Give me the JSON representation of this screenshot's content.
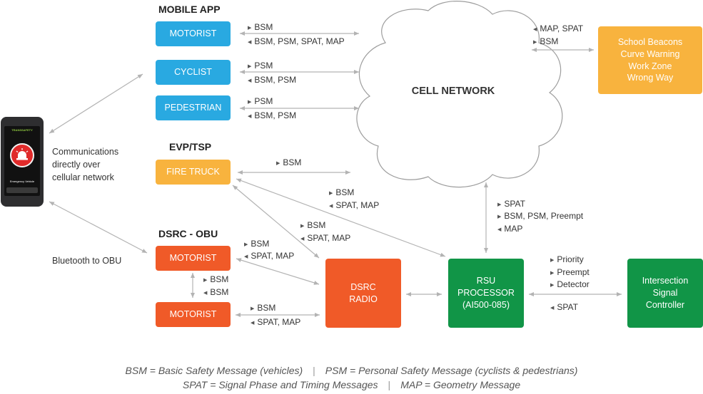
{
  "headings": {
    "mobile_app": "MOBILE APP",
    "evp_tsp": "EVP/TSP",
    "dsrc_obu": "DSRC - OBU"
  },
  "boxes": {
    "motorist_app": "MOTORIST",
    "cyclist": "CYCLIST",
    "pedestrian": "PEDESTRIAN",
    "fire_truck": "FIRE TRUCK",
    "motorist_obu_1": "MOTORIST",
    "motorist_obu_2": "MOTORIST",
    "dsrc_radio": [
      "DSRC",
      "RADIO"
    ],
    "rsu_processor": [
      "RSU",
      "PROCESSOR",
      "(AI500-085)"
    ],
    "intersection": [
      "Intersection",
      "Signal",
      "Controller"
    ],
    "school_beacons": [
      "School Beacons",
      "Curve Warning",
      "Work Zone",
      "Wrong Way"
    ]
  },
  "cloud_label": "CELL NETWORK",
  "phone_notes": {
    "cellular": [
      "Communications",
      "directly over",
      "cellular network"
    ],
    "bluetooth": "Bluetooth to OBU"
  },
  "message_labels": {
    "motorist_app_out": "BSM",
    "motorist_app_in": "BSM, PSM, SPAT, MAP",
    "cyclist_out": "PSM",
    "cyclist_in": "BSM, PSM",
    "pedestrian_out": "PSM",
    "pedestrian_in": "BSM, PSM",
    "beacons_in": "MAP, SPAT",
    "beacons_out": "BSM",
    "firetruck_out": "BSM",
    "firetruck_rsu_out": "BSM",
    "firetruck_rsu_in": "SPAT, MAP",
    "firetruck_radio_out": "BSM",
    "firetruck_radio_in": "SPAT, MAP",
    "rsu_cell_1": "SPAT",
    "rsu_cell_2": "BSM, PSM, Preempt",
    "rsu_cell_3": "MAP",
    "obu1_out": "BSM",
    "obu1_in": "SPAT, MAP",
    "obu_pair_1": "BSM",
    "obu_pair_2": "BSM",
    "obu2_out": "BSM",
    "obu2_in": "SPAT, MAP",
    "signal_1": "Priority",
    "signal_2": "Preempt",
    "signal_3": "Detector",
    "signal_4": "SPAT"
  },
  "legend": {
    "line1_a": "BSM = Basic Safety Message (vehicles)",
    "line1_b": "PSM = Personal Safety Message (cyclists & pedestrians)",
    "line2_a": "SPAT = Signal Phase and Timing Messages",
    "line2_b": "MAP = Geometry Message"
  },
  "phone_screen": {
    "brand": "TRANSSAFETY",
    "caption": "Emergency Vehicle"
  },
  "colors": {
    "mobile_app": "#29a9e1",
    "evp": "#f8b33e",
    "dsrc": "#f05a28",
    "infrastructure": "#119547",
    "arrow": "#b3b3b3"
  }
}
